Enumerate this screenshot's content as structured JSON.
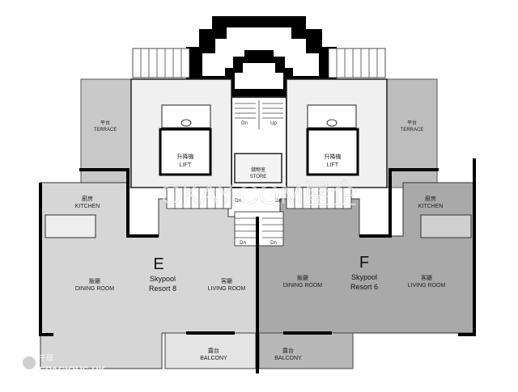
{
  "units": {
    "E": {
      "letter": "E",
      "name_line1": "Skypool",
      "name_line2": "Resort 8"
    },
    "F": {
      "letter": "F",
      "name_line1": "Skypool",
      "name_line2": "Resort 6"
    }
  },
  "rooms": {
    "terrace": {
      "zh": "平台",
      "en": "TERRACE"
    },
    "lift": {
      "zh": "升降機",
      "en": "LIFT"
    },
    "kitchen": {
      "zh": "廚房",
      "en": "KITCHEN"
    },
    "dining": {
      "zh": "飯廳",
      "en": "DINING ROOM"
    },
    "living": {
      "zh": "客廳",
      "en": "LIVING ROOM"
    },
    "balcony": {
      "zh": "露台",
      "en": "BALCONY"
    },
    "store": {
      "zh": "儲物室",
      "en": "STORE"
    }
  },
  "stairs": {
    "down": "Dn",
    "up": "Up"
  },
  "watermark": {
    "center": "OKAY.COM屋企",
    "corner_zh": "千居",
    "corner_en": "SPACIOUS.HK"
  },
  "colors": {
    "unit_e_fill": "#d6d6d6",
    "unit_f_fill": "#a9a9a9",
    "wall": "#000000",
    "terrace_fill": "#c8c8c8"
  }
}
